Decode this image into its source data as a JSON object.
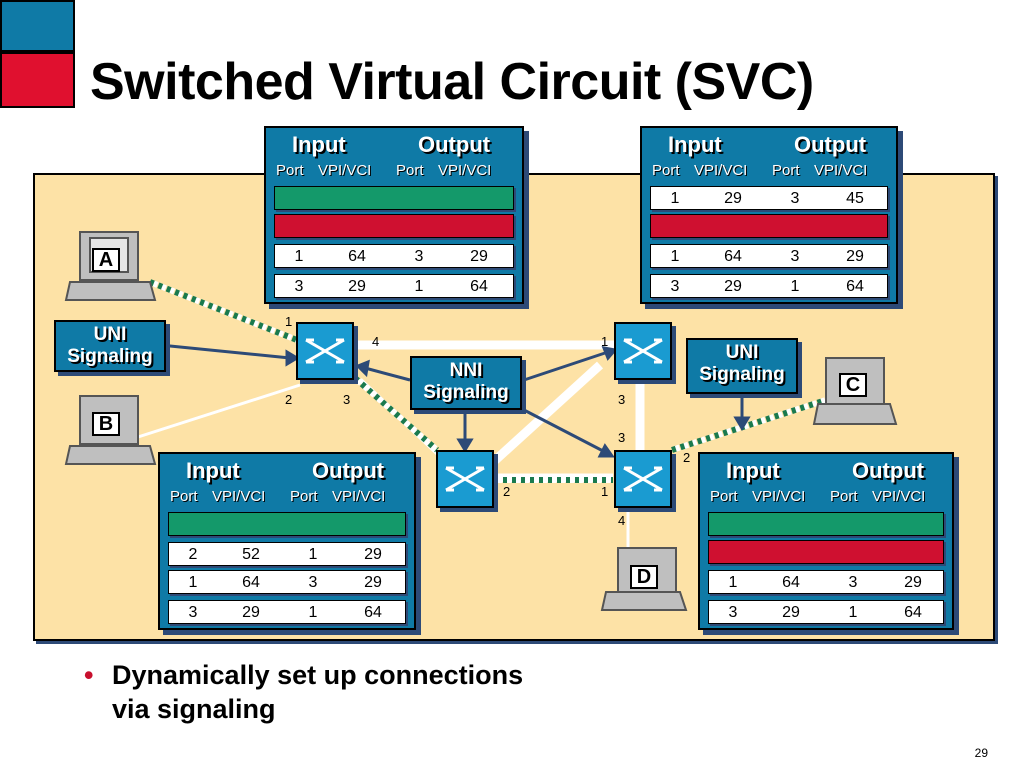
{
  "title": "Switched Virtual Circuit (SVC)",
  "bullet": [
    "Dynamically set up connections",
    "via signaling"
  ],
  "page_number": "29",
  "colors": {
    "accent_blue": "#0f7aa6",
    "accent_red": "#e0102f",
    "background": "#fde2a6",
    "green_row": "#14996a"
  },
  "table_header": {
    "input": "Input",
    "output": "Output",
    "port": "Port",
    "vpi_vci": "VPI/VCI"
  },
  "tables": {
    "top_left": {
      "rows": [
        [
          "",
          "",
          "",
          ""
        ],
        [
          "",
          "",
          "",
          ""
        ],
        [
          "1",
          "64",
          "3",
          "29"
        ],
        [
          "3",
          "29",
          "1",
          "64"
        ]
      ]
    },
    "top_right": {
      "rows": [
        [
          "1",
          "29",
          "3",
          "45"
        ],
        [
          "",
          "",
          "",
          ""
        ],
        [
          "1",
          "64",
          "3",
          "29"
        ],
        [
          "3",
          "29",
          "1",
          "64"
        ]
      ]
    },
    "bottom_left": {
      "rows": [
        [
          "",
          "",
          "",
          ""
        ],
        [
          "2",
          "52",
          "1",
          "29"
        ],
        [
          "1",
          "64",
          "3",
          "29"
        ],
        [
          "3",
          "29",
          "1",
          "64"
        ]
      ]
    },
    "bottom_right": {
      "rows": [
        [
          "",
          "",
          "",
          ""
        ],
        [
          "",
          "",
          "",
          ""
        ],
        [
          "1",
          "64",
          "3",
          "29"
        ],
        [
          "3",
          "29",
          "1",
          "64"
        ]
      ]
    }
  },
  "signaling": {
    "uni_left": [
      "UNI",
      "Signaling"
    ],
    "uni_right": [
      "UNI",
      "Signaling"
    ],
    "nni": [
      "NNI",
      "Signaling"
    ]
  },
  "terminals": {
    "a": "A",
    "b": "B",
    "c": "C",
    "d": "D"
  },
  "ports": {
    "sw1_1": "1",
    "sw1_4": "4",
    "sw1_2": "2",
    "sw1_3": "3",
    "sw2_1": "1",
    "sw2_3": "3",
    "sw3_2": "2",
    "sw4_3": "3",
    "sw4_2": "2",
    "sw4_1": "1",
    "sw4_4": "4"
  }
}
